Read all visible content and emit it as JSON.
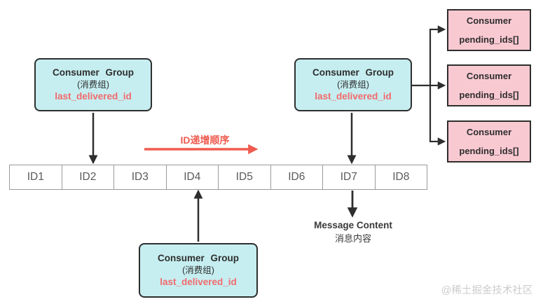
{
  "diagram": {
    "groups": {
      "left": {
        "title": "Consumer Group",
        "subtitle": "(消费组)",
        "field": "last_delivered_id"
      },
      "right": {
        "title": "Consumer Group",
        "subtitle": "(消费组)",
        "field": "last_delivered_id"
      },
      "bottom": {
        "title": "Consumer Group",
        "subtitle": "(消费组)",
        "field": "last_delivered_id"
      }
    },
    "consumers": [
      {
        "title": "Consumer",
        "field": "pending_ids[]"
      },
      {
        "title": "Consumer",
        "field": "pending_ids[]"
      },
      {
        "title": "Consumer",
        "field": "pending_ids[]"
      }
    ],
    "stream": {
      "cells": [
        "ID1",
        "ID2",
        "ID3",
        "ID4",
        "ID5",
        "ID6",
        "ID7",
        "ID8"
      ]
    },
    "order_arrow_label": "ID递增顺序",
    "message_label": {
      "en": "Message Content",
      "zh": "消息内容"
    },
    "watermark": "@稀土掘金技术社区",
    "colors": {
      "group_fill": "#c6eef1",
      "consumer_fill": "#f9c9d2",
      "box_border": "#2e2e2e",
      "accent_red": "#ef5b4f",
      "field_red": "#f2696b",
      "cell_border": "#9a9a9a",
      "cell_text": "#595959",
      "watermark_gray": "#cccccc"
    }
  }
}
